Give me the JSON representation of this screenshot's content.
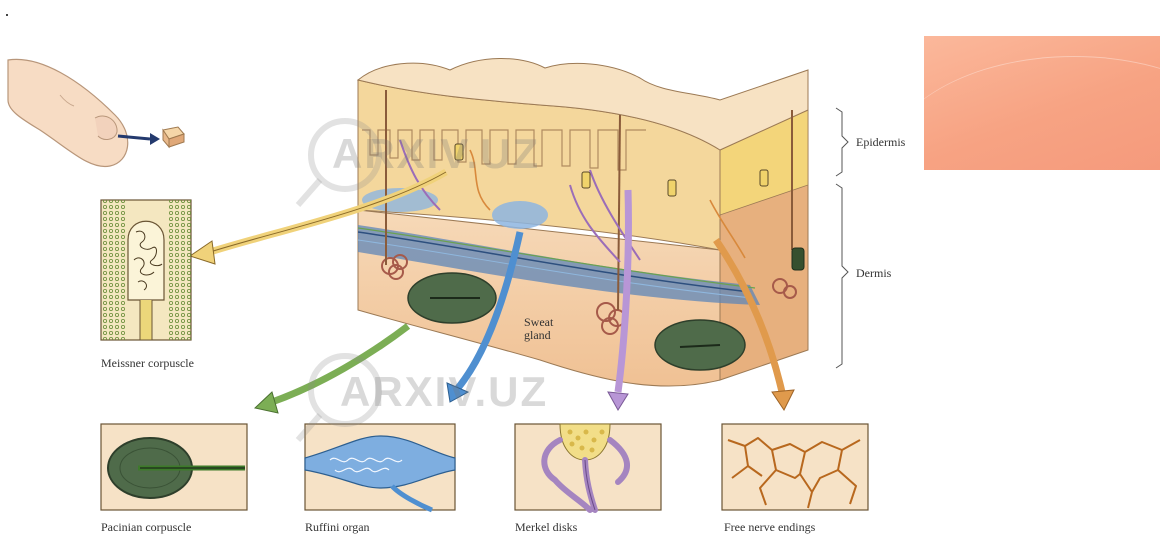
{
  "labels": {
    "epidermis": "Epidermis",
    "dermis": "Dermis",
    "sweat_gland": "Sweat\ngland",
    "meissner": "Meissner corpuscle",
    "pacinian": "Pacinian corpuscle",
    "ruffini": "Ruffini organ",
    "merkel": "Merkel disks",
    "free_nerve": "Free nerve endings"
  },
  "watermark": {
    "top": "ARXIV.UZ",
    "bottom": "ARXIV.UZ"
  },
  "colors": {
    "skin": "#f3c9a0",
    "epidermis_yellow": "#f2dc8a",
    "pacinian_green": "#4f6b4a",
    "ruffini_blue": "#6a9ad0",
    "merkel_purple": "#a585c0",
    "free_nerve_orange": "#d8893c",
    "meissner_yellow": "#ecd77a",
    "slide_accent": "#f7a383"
  },
  "icons": [
    "finger-icon",
    "skin-sample-icon",
    "magnifier-watermark-icon"
  ]
}
